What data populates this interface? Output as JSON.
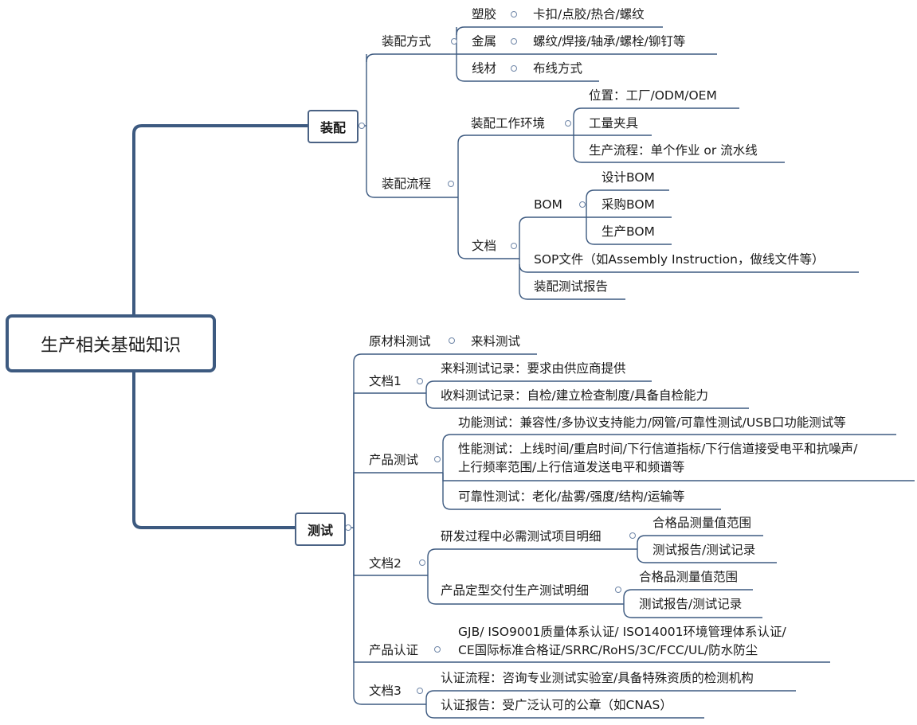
{
  "root": "生产相关基础知识",
  "assembly": {
    "label": "装配",
    "method": {
      "label": "装配方式",
      "items": [
        {
          "key": "塑胶",
          "value": "卡扣/点胶/热合/螺纹"
        },
        {
          "key": "金属",
          "value": "螺纹/焊接/轴承/螺栓/铆钉等"
        },
        {
          "key": "线材",
          "value": "布线方式"
        }
      ]
    },
    "process": {
      "label": "装配流程",
      "env": {
        "label": "装配工作环境",
        "items": [
          "位置：工厂/ODM/OEM",
          "工量夹具",
          "生产流程：单个作业 or 流水线"
        ]
      },
      "docs": {
        "label": "文档",
        "bom": {
          "label": "BOM",
          "items": [
            "设计BOM",
            "采购BOM",
            "生产BOM"
          ]
        },
        "sop": "SOP文件（如Assembly Instruction，做线文件等）",
        "report": "装配测试报告"
      }
    }
  },
  "test": {
    "label": "测试",
    "raw": {
      "label": "原材料测试",
      "value": "来料测试"
    },
    "doc1": {
      "label": "文档1",
      "items": [
        "来料测试记录：要求由供应商提供",
        "收料测试记录：自检/建立检查制度/具备自检能力"
      ]
    },
    "product": {
      "label": "产品测试",
      "func": "功能测试：兼容性/多协议支持能力/网管/可靠性测试/USB口功能测试等",
      "perf": [
        "性能测试：上线时间/重启时间/下行信道指标/下行信道接受电平和抗噪声/",
        "上行频率范围/上行信道发送电平和频谱等"
      ],
      "reliab": "可靠性测试：老化/盐雾/强度/结构/运输等"
    },
    "doc2": {
      "label": "文档2",
      "rd": {
        "label": "研发过程中必需测试项目明细",
        "items": [
          "合格品测量值范围",
          "测试报告/测试记录"
        ]
      },
      "prod": {
        "label": "产品定型交付生产测试明细",
        "items": [
          "合格品测量值范围",
          "测试报告/测试记录"
        ]
      }
    },
    "cert": {
      "label": "产品认证",
      "lines": [
        "GJB/ ISO9001质量体系认证/ ISO14001环境管理体系认证/",
        "CE国际标准合格证/SRRC/RoHS/3C/FCC/UL/防水防尘"
      ]
    },
    "doc3": {
      "label": "文档3",
      "items": [
        "认证流程：咨询专业测试实验室/具备特殊资质的检测机构",
        "认证报告：受广泛认可的公章（如CNAS）"
      ]
    }
  }
}
